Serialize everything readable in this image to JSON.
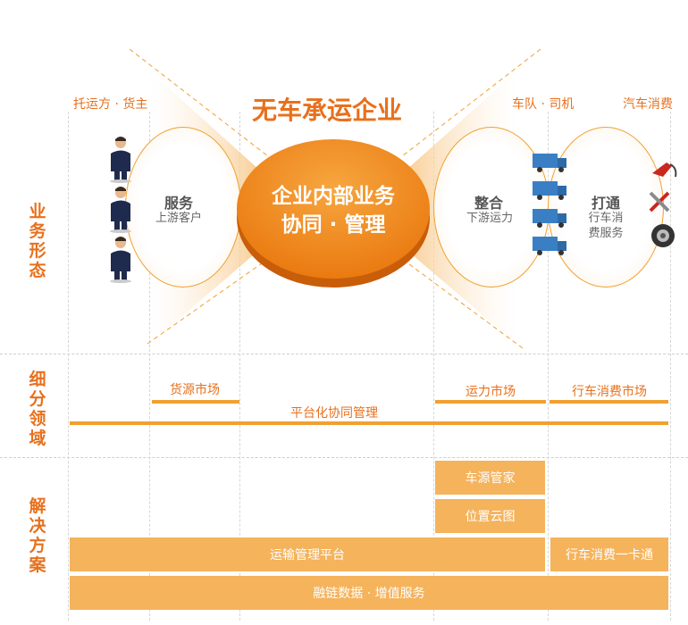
{
  "title": "无车承运企业",
  "center": {
    "line1": "企业内部业务",
    "line2": "协同 · 管理"
  },
  "top_labels": {
    "left": "托运方 · 货主",
    "mid": "车队 · 司机",
    "right": "汽车消费"
  },
  "rows": {
    "business_form": [
      "业",
      "务",
      "形",
      "态"
    ],
    "segment": [
      "细",
      "分",
      "领",
      "域"
    ],
    "solution": [
      "解",
      "决",
      "方",
      "案"
    ]
  },
  "left_ellipse": {
    "title": "服务",
    "sub": "上游客户"
  },
  "mid_ellipse": {
    "title": "整合",
    "sub": "下游运力"
  },
  "right_ellipse": {
    "title": "打通",
    "sub1": "行车消",
    "sub2": "费服务"
  },
  "markets": {
    "cargo": "货源市场",
    "platform": "平台化协同管理",
    "capacity": "运力市场",
    "vehicle_consumption": "行车消费市场"
  },
  "solutions": {
    "vehicle_manager": "车源管家",
    "location_cloud": "位置云图",
    "tms": "运输管理平台",
    "card": "行车消费一卡通",
    "finance": "融链数据 · 增值服务"
  },
  "colors": {
    "accent": "#e8701c",
    "bar": "#f0a030",
    "box": "#f5b35c"
  }
}
